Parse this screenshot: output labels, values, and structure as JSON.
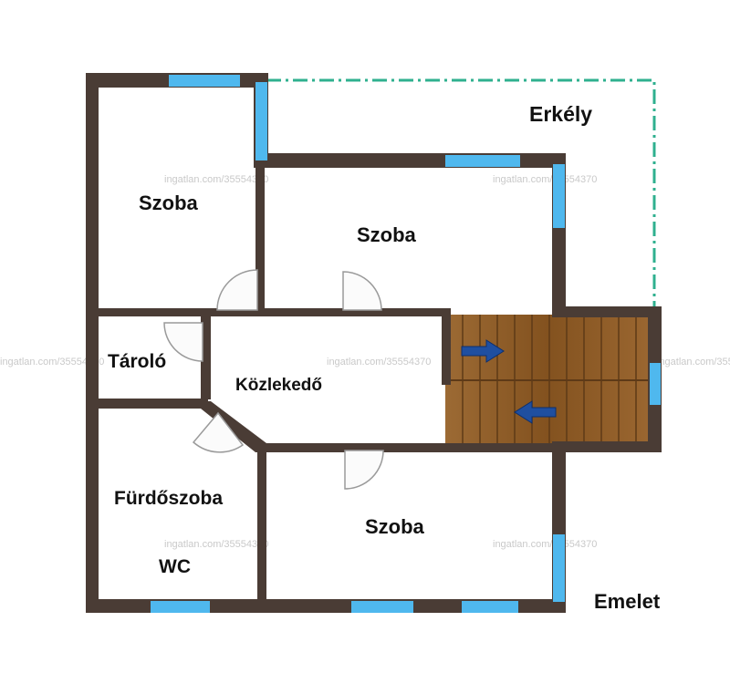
{
  "labels": {
    "erkely": "Erkély",
    "szoba_nw": "Szoba",
    "szoba_n": "Szoba",
    "szoba_s": "Szoba",
    "tarolo": "Tároló",
    "kozlekedo": "Közlekedő",
    "furdoszoba": "Fürdőszoba",
    "wc": "WC",
    "floor": "Emelet"
  },
  "watermark": "ingatlan.com/35554370",
  "colors": {
    "wall": "#4a3c35",
    "window": "#4fb8ee",
    "balcony_line": "#2fb08f",
    "stair_wood": "#8b5a2b",
    "stair_line": "#5e3a17",
    "arrow": "#1f4fa0",
    "door": "#9a9a9a"
  }
}
